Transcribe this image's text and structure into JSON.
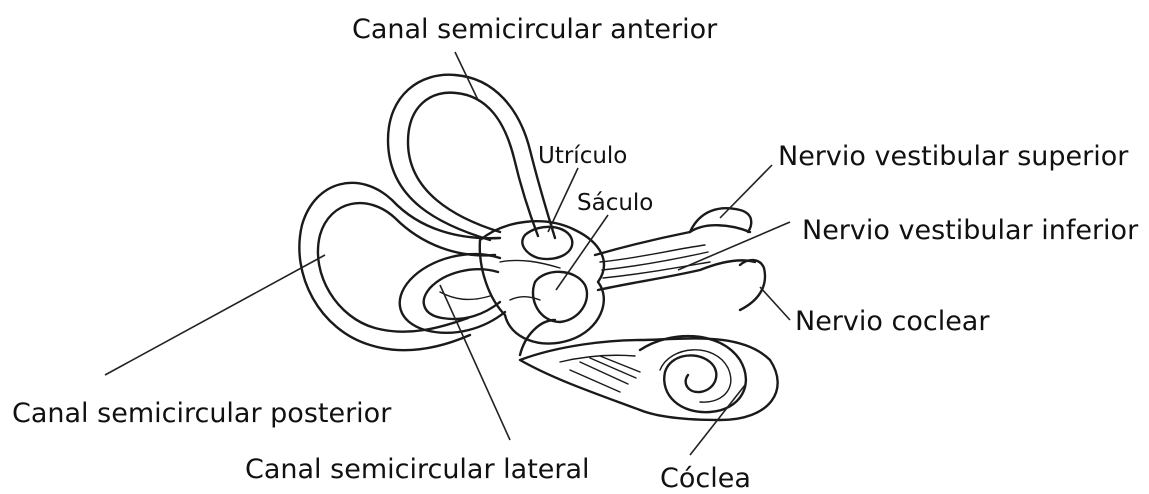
{
  "diagram": {
    "labels": {
      "anterior_canal": "Canal semicircular anterior",
      "utricle": "Utrículo",
      "saccule": "Sáculo",
      "superior_vestibular_nerve": "Nervio vestibular superior",
      "inferior_vestibular_nerve": "Nervio vestibular inferior",
      "cochlear_nerve": "Nervio coclear",
      "posterior_canal": "Canal semicircular posterior",
      "lateral_canal": "Canal semicircular lateral",
      "cochlea": "Cóclea"
    }
  }
}
